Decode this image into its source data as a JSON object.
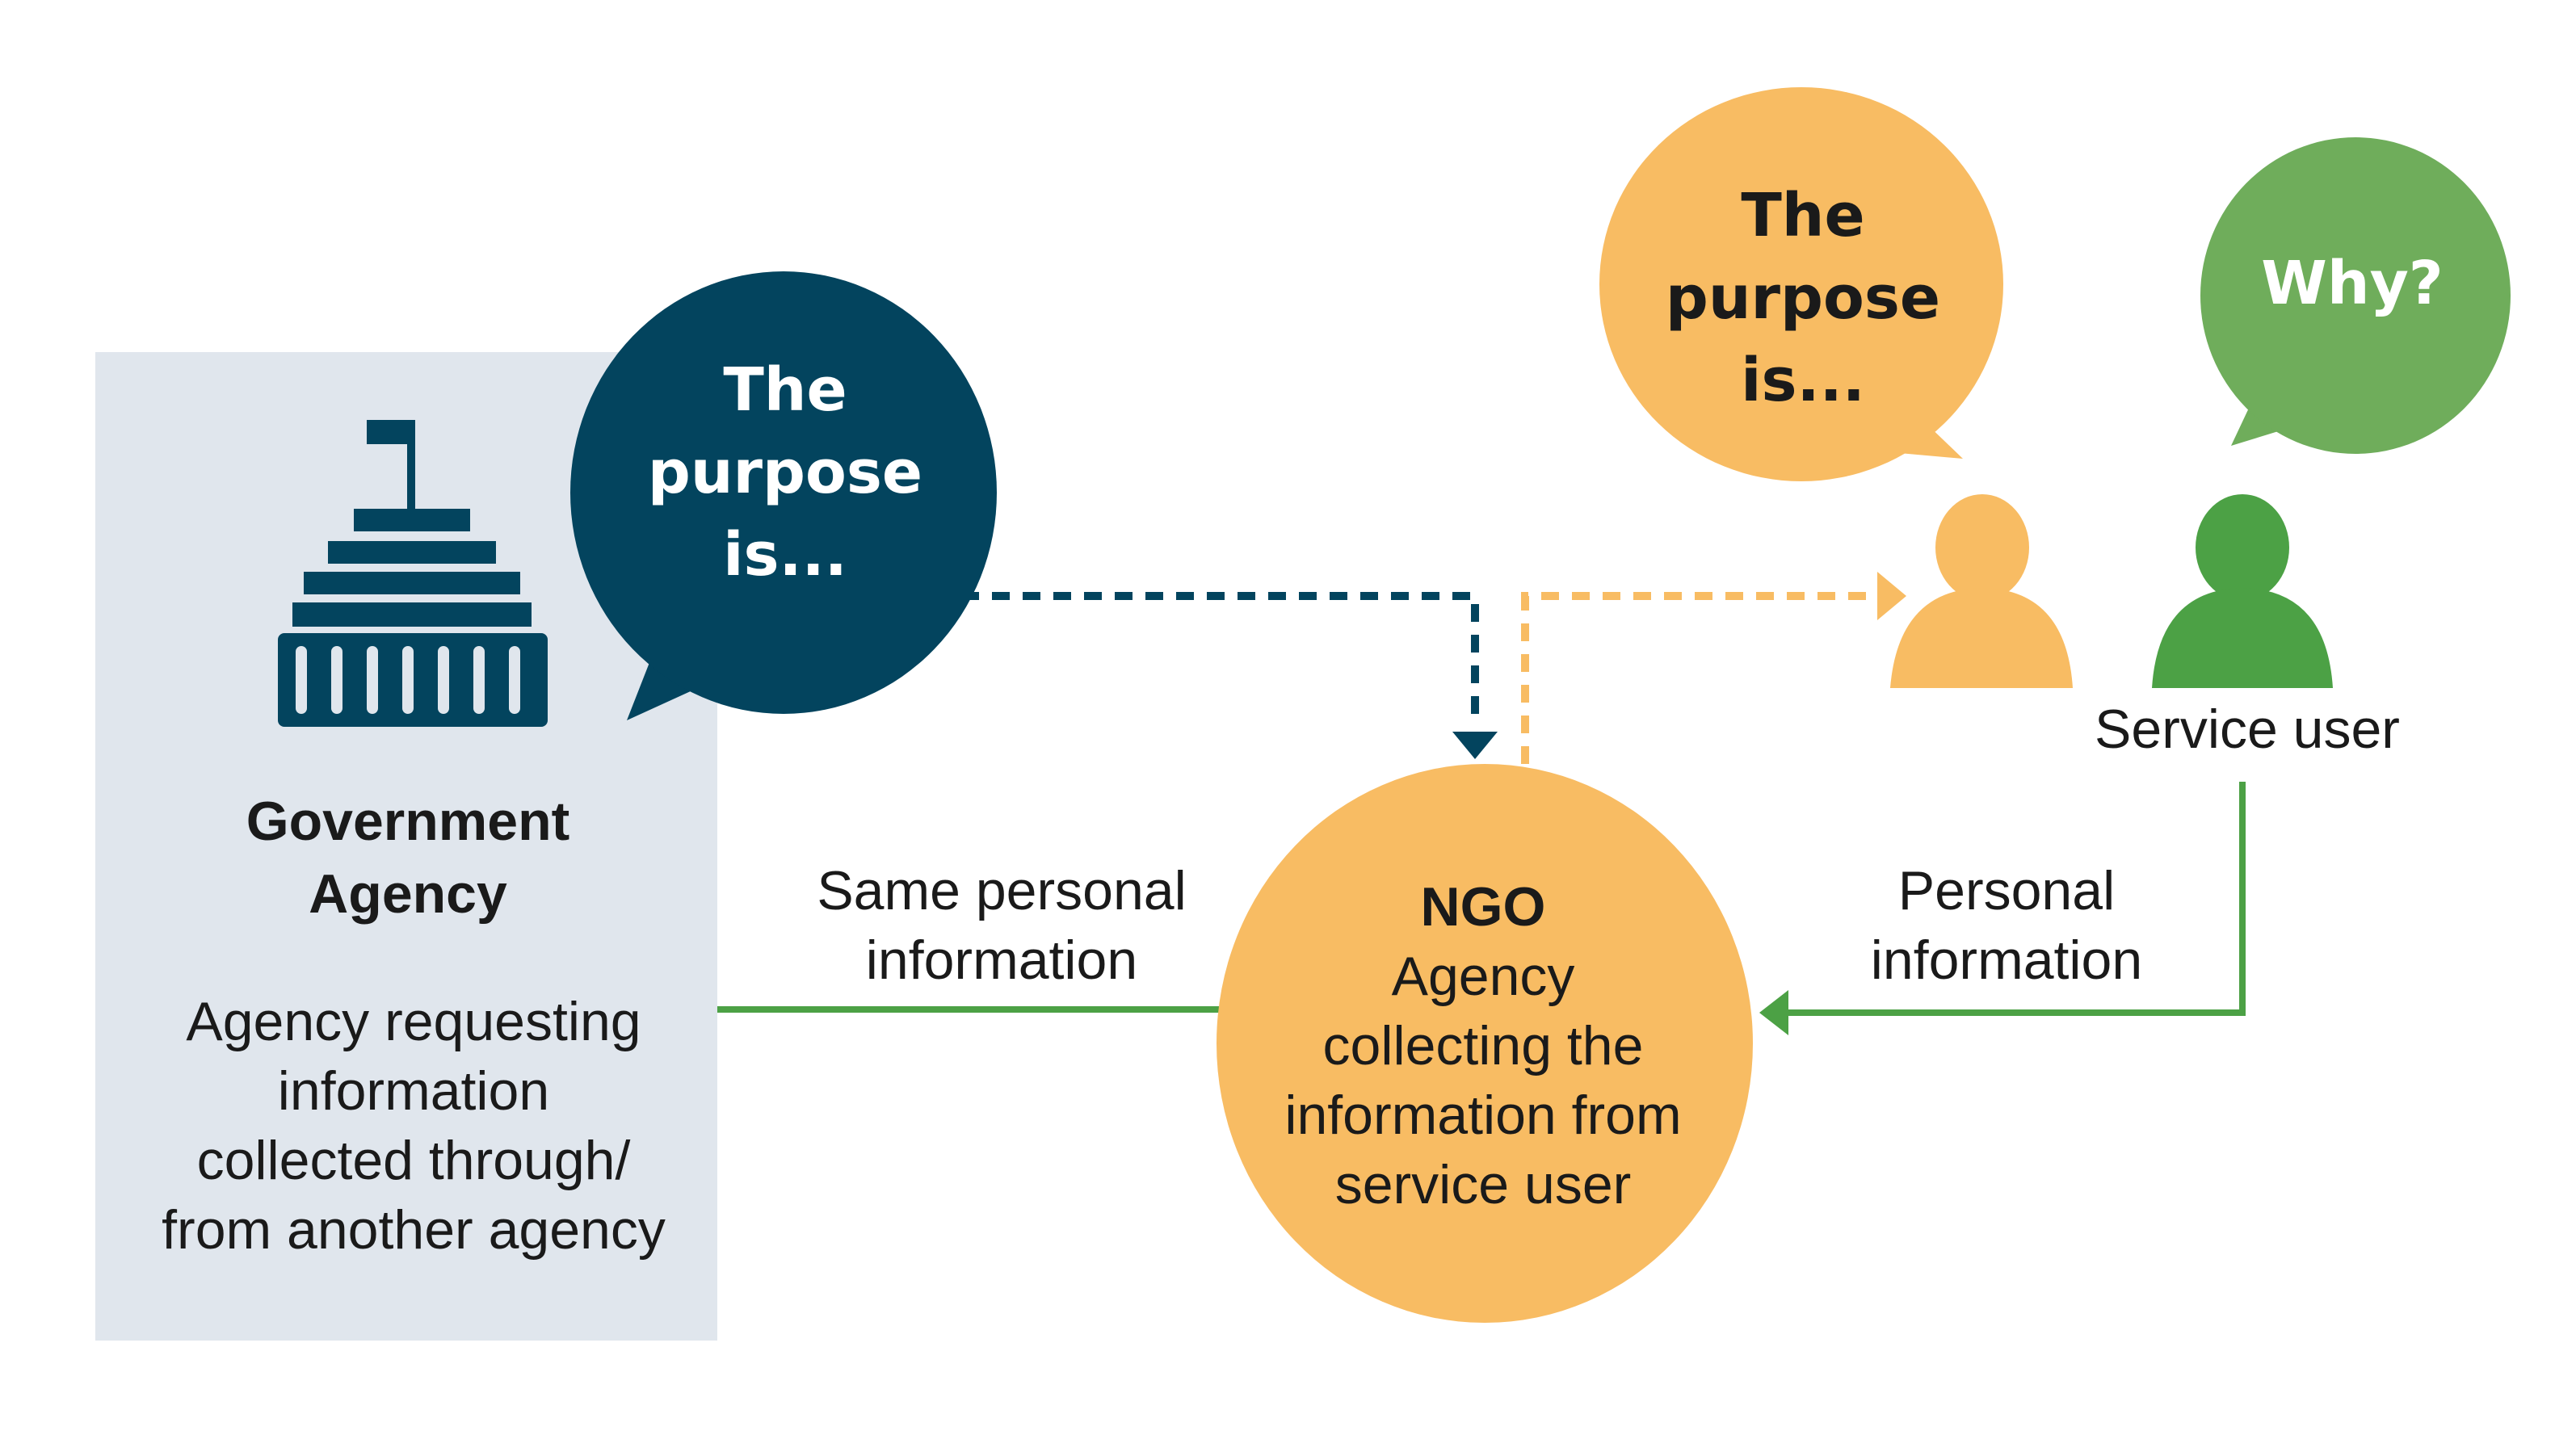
{
  "colors": {
    "navy": "#03445e",
    "orange": "#f8bc63",
    "green_light": "#6fad5b",
    "green_dark": "#4ca145",
    "panel": "#e0e6ed",
    "arrow_green": "#4ca145",
    "arrow_orange": "#f8bc63",
    "text": "#1a1a1a"
  },
  "icons": [
    "parliament-building-icon",
    "person-icon"
  ],
  "government": {
    "title_line1": "Government",
    "title_line2": "Agency",
    "desc_line1": "Agency requesting",
    "desc_line2": "information",
    "desc_line3": "collected through/",
    "desc_line4": "from another agency"
  },
  "gov_bubble": {
    "line1": "The",
    "line2": "purpose",
    "line3": "is..."
  },
  "ngo_bubble": {
    "line1": "The",
    "line2": "purpose",
    "line3": "is..."
  },
  "why_bubble": {
    "text": "Why?"
  },
  "service_user": {
    "label": "Service user"
  },
  "ngo": {
    "title": "NGO",
    "line1": "Agency",
    "line2": "collecting the",
    "line3": "information from",
    "line4": "service user"
  },
  "arrows": {
    "left_line1": "Same personal",
    "left_line2": "information",
    "right_line1": "Personal",
    "right_line2": "information"
  }
}
